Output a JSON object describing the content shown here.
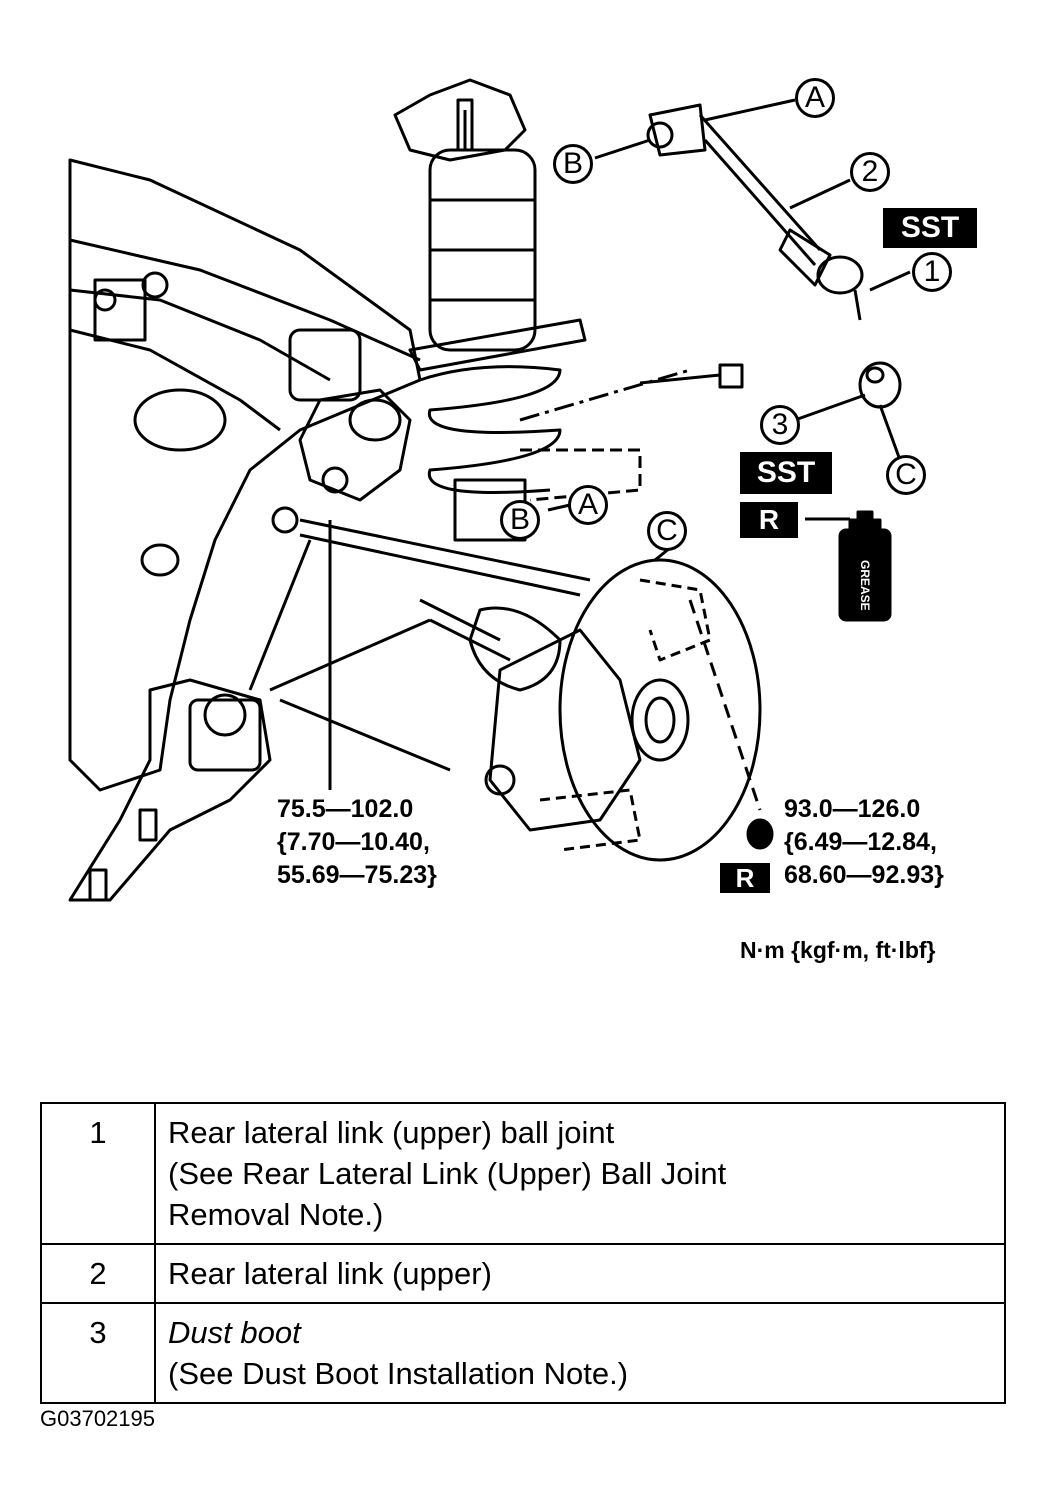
{
  "callouts": {
    "letter_a": "A",
    "letter_b": "B",
    "letter_c": "C",
    "num_1": "1",
    "num_2": "2",
    "num_3": "3"
  },
  "badges": {
    "sst": "SST",
    "replace": "R",
    "grease": "GREASE"
  },
  "torque_specs": {
    "left": {
      "nm": "75.5—102.0",
      "kgfm": "{7.70—10.40,",
      "ftlbf": "55.69—75.23}"
    },
    "right": {
      "nm": "93.0—126.0",
      "kgfm": "{6.49—12.84,",
      "ftlbf": "68.60—92.93}"
    },
    "units": "N·m {kgf·m, ft·lbf}"
  },
  "parts_table": [
    {
      "num": "1",
      "lines": [
        "Rear lateral link (upper) ball joint",
        "(See Rear Lateral Link (Upper) Ball Joint",
        "Removal Note.)"
      ]
    },
    {
      "num": "2",
      "lines": [
        "Rear lateral link (upper)"
      ]
    },
    {
      "num": "3",
      "lines": [
        "Dust boot",
        "(See Dust Boot Installation Note.)"
      ]
    }
  ],
  "figure_id": "G03702195"
}
